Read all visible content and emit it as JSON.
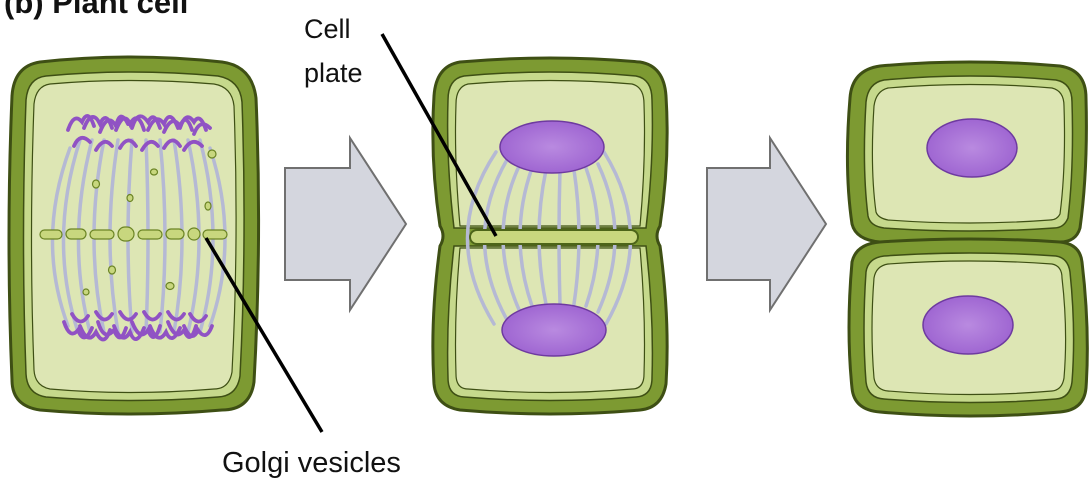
{
  "title": "(b) Plant cell",
  "labels": {
    "cell_plate_line1": "Cell",
    "cell_plate_line2": "plate",
    "golgi_vesicles": "Golgi vesicles"
  },
  "colors": {
    "cell_wall": "#7d9a32",
    "cell_wall_outline": "#3e4f14",
    "membrane": "#c6d98c",
    "cytoplasm": "#dde6b4",
    "chromosome": "#9052c4",
    "nucleus": "#b07ad6",
    "spindle": "#b5b9d4",
    "vesicle": "#c8d77e",
    "arrow": "#d4d6de",
    "arrow_outline": "#707070"
  },
  "icons": [
    "arrow-right-icon",
    "arrow-right-icon"
  ]
}
